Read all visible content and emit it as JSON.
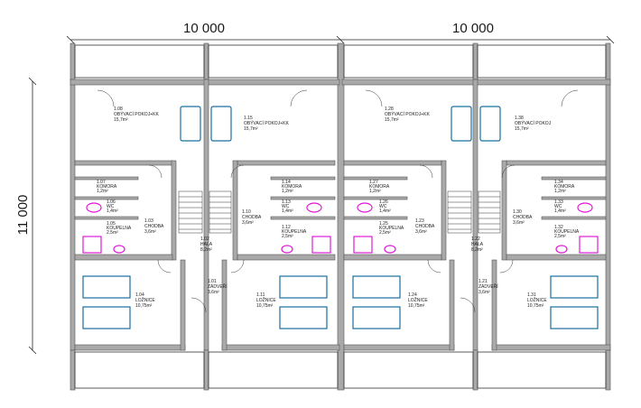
{
  "dimensions": {
    "top_left": "10 000",
    "top_right": "10 000",
    "left": "11 000"
  },
  "rooms": [
    {
      "id": "r108",
      "lines": [
        "1.08",
        "OBÝVACÍ POKOJ+KK",
        "15,7m²"
      ]
    },
    {
      "id": "r115",
      "lines": [
        "1.15",
        "OBÝVACÍ POKOJ+KK",
        "15,7m²"
      ]
    },
    {
      "id": "r128",
      "lines": [
        "1.28",
        "OBÝVACÍ POKOJ+KK",
        "15,7m²"
      ]
    },
    {
      "id": "r138",
      "lines": [
        "1.38",
        "OBÝVACÍ POKOJ",
        "15,7m²"
      ]
    },
    {
      "id": "r107",
      "lines": [
        "1.07",
        "KOMORA",
        "1,2m²"
      ]
    },
    {
      "id": "r114",
      "lines": [
        "1.14",
        "KOMORA",
        "1,2m²"
      ]
    },
    {
      "id": "r127",
      "lines": [
        "1.27",
        "KOMORA",
        "1,2m²"
      ]
    },
    {
      "id": "r134",
      "lines": [
        "1.34",
        "KOMORA",
        "1,2m²"
      ]
    },
    {
      "id": "r106",
      "lines": [
        "1.06",
        "WC",
        "1,4m²"
      ]
    },
    {
      "id": "r113",
      "lines": [
        "1.13",
        "WC",
        "1,4m²"
      ]
    },
    {
      "id": "r126",
      "lines": [
        "1.26",
        "WC",
        "1,4m²"
      ]
    },
    {
      "id": "r133",
      "lines": [
        "1.33",
        "WC",
        "1,4m²"
      ]
    },
    {
      "id": "r105",
      "lines": [
        "1.05",
        "KOUPELNA",
        "2,5m²"
      ]
    },
    {
      "id": "r112",
      "lines": [
        "1.12",
        "KOUPELNA",
        "2,5m²"
      ]
    },
    {
      "id": "r125",
      "lines": [
        "1.25",
        "KOUPELNA",
        "2,5m²"
      ]
    },
    {
      "id": "r132",
      "lines": [
        "1.32",
        "KOUPELNA",
        "2,5m²"
      ]
    },
    {
      "id": "r103",
      "lines": [
        "1.03",
        "CHODBA",
        "3,6m²"
      ]
    },
    {
      "id": "r110",
      "lines": [
        "1.10",
        "CHODBA",
        "3,6m²"
      ]
    },
    {
      "id": "r123",
      "lines": [
        "1.23",
        "CHODBA",
        "3,6m²"
      ]
    },
    {
      "id": "r130",
      "lines": [
        "1.30",
        "CHODBA",
        "3,6m²"
      ]
    },
    {
      "id": "r102",
      "lines": [
        "1.02",
        "HALA",
        "8,2m²"
      ]
    },
    {
      "id": "r122",
      "lines": [
        "1.22",
        "HALA",
        "8,2m²"
      ]
    },
    {
      "id": "r101",
      "lines": [
        "1.01",
        "ZÁDVEŘÍ",
        "3,6m²"
      ]
    },
    {
      "id": "r121",
      "lines": [
        "1.21",
        "ZÁDVEŘÍ",
        "3,6m²"
      ]
    },
    {
      "id": "r104",
      "lines": [
        "1.04",
        "LOŽNICE",
        "10,75m²"
      ]
    },
    {
      "id": "r111",
      "lines": [
        "1.11",
        "LOŽNICE",
        "10,75m²"
      ]
    },
    {
      "id": "r124",
      "lines": [
        "1.24",
        "LOŽNICE",
        "10,75m²"
      ]
    },
    {
      "id": "r131",
      "lines": [
        "1.31",
        "LOŽNICE",
        "10,75m²"
      ]
    }
  ],
  "colors": {
    "wall": "#a9a9a9",
    "wall_dark": "#555555",
    "furniture_blue": "#1a6fa0",
    "sanitary_magenta": "#e01ad8",
    "dimension_line": "#222222"
  }
}
